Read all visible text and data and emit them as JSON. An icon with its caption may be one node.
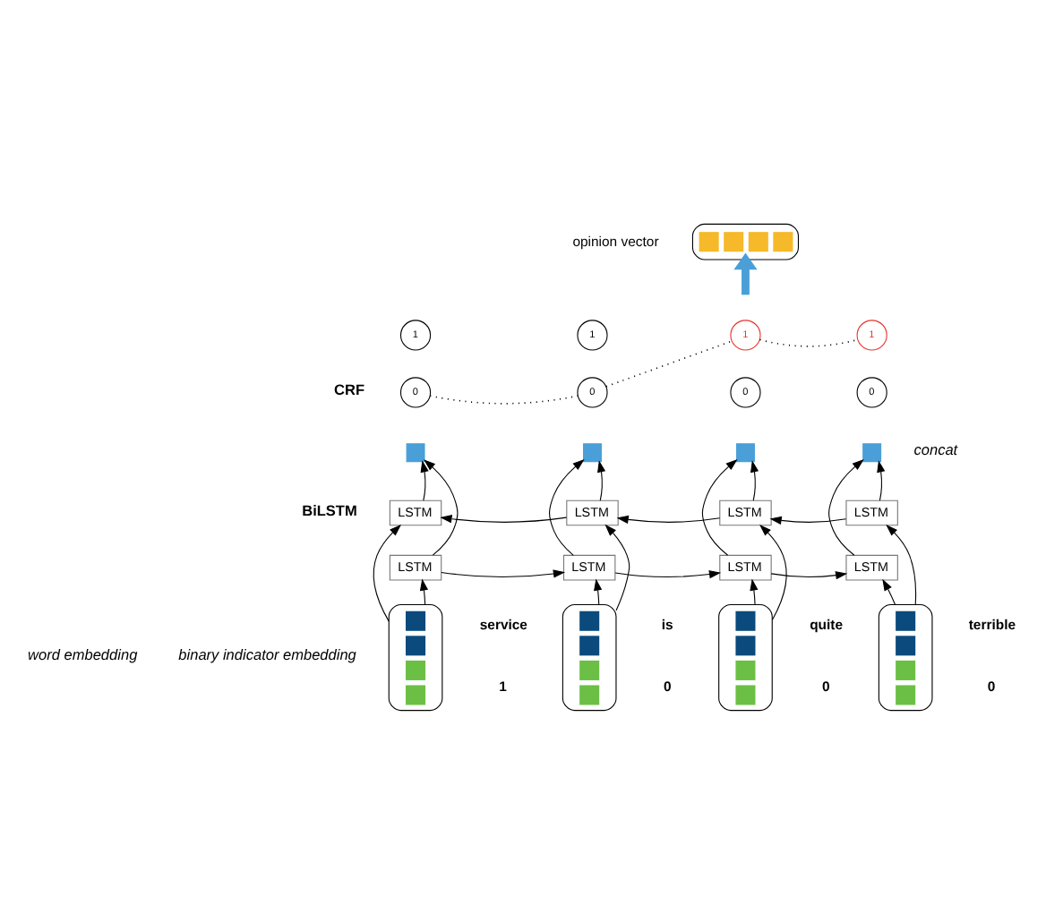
{
  "diagram": {
    "nodes": [
      {
        "text": [],
        "shape": "box",
        "beside": [
          "opinion vector"
        ]
      },
      {
        "text": [
          "1"
        ]
      },
      {
        "text": [
          "1"
        ]
      },
      {
        "text": [
          "1"
        ]
      },
      {
        "text": [
          "1"
        ]
      },
      {
        "text": [
          "0"
        ]
      },
      {
        "text": [
          "0"
        ]
      },
      {
        "text": [
          "0"
        ]
      },
      {
        "text": [
          "0"
        ]
      },
      {
        "text": [],
        "shape": "box"
      },
      {
        "text": [],
        "shape": "box"
      },
      {
        "text": [],
        "shape": "box"
      },
      {
        "text": [],
        "shape": "box"
      },
      {
        "text": [
          "LSTM"
        ]
      },
      {
        "text": [
          "LSTM"
        ]
      },
      {
        "text": [
          "LSTM"
        ]
      },
      {
        "text": [
          "LSTM"
        ]
      },
      {
        "text": [
          "LSTM"
        ]
      },
      {
        "text": [
          "LSTM"
        ]
      },
      {
        "text": [
          "LSTM"
        ]
      },
      {
        "text": [
          "LSTM"
        ]
      },
      {
        "text": [],
        "shape": "box",
        "beside": [
          "service",
          "1"
        ]
      },
      {
        "text": [],
        "shape": "box",
        "beside": [
          "is",
          "0"
        ]
      },
      {
        "text": [],
        "shape": "box",
        "beside": [
          "quite",
          "0"
        ]
      },
      {
        "text": [],
        "shape": "box",
        "beside": [
          "terrible",
          "0"
        ]
      }
    ],
    "edges": [
      {
        "from": null,
        "to": 0,
        "arrow": "to",
        "style": "thick",
        "color": "#4a9fd8"
      },
      {
        "from": 5,
        "to": 6,
        "arrow": "none",
        "style": "dashed"
      },
      {
        "from": 6,
        "to": 3,
        "arrow": "none",
        "style": "dashed"
      },
      {
        "from": 3,
        "to": 4,
        "arrow": "none",
        "style": "dashed"
      },
      {
        "from": 21,
        "to": 17,
        "arrow": "to"
      },
      {
        "from": 21,
        "to": 13,
        "arrow": "to"
      },
      {
        "from": 17,
        "to": 9,
        "arrow": "to"
      },
      {
        "from": 13,
        "to": 9,
        "arrow": "to"
      },
      {
        "from": 22,
        "to": 18,
        "arrow": "to"
      },
      {
        "from": 22,
        "to": 14,
        "arrow": "to"
      },
      {
        "from": 18,
        "to": 10,
        "arrow": "to"
      },
      {
        "from": 14,
        "to": 10,
        "arrow": "to"
      },
      {
        "from": 23,
        "to": 19,
        "arrow": "to"
      },
      {
        "from": 23,
        "to": 15,
        "arrow": "to"
      },
      {
        "from": 19,
        "to": 11,
        "arrow": "to"
      },
      {
        "from": 15,
        "to": 11,
        "arrow": "to"
      },
      {
        "from": 24,
        "to": 20,
        "arrow": "to"
      },
      {
        "from": 24,
        "to": 16,
        "arrow": "to"
      },
      {
        "from": 20,
        "to": 12,
        "arrow": "to"
      },
      {
        "from": 16,
        "to": 12,
        "arrow": "to"
      },
      {
        "from": 17,
        "to": 18,
        "arrow": "to"
      },
      {
        "from": 18,
        "to": 19,
        "arrow": "to"
      },
      {
        "from": 19,
        "to": 20,
        "arrow": "to"
      },
      {
        "from": 14,
        "to": 13,
        "arrow": "to"
      },
      {
        "from": 15,
        "to": 14,
        "arrow": "to"
      },
      {
        "from": 16,
        "to": 15,
        "arrow": "to"
      }
    ],
    "labels": [
      "CRF",
      "concat",
      "BiLSTM",
      "word embedding",
      "binary indicator embedding"
    ]
  }
}
